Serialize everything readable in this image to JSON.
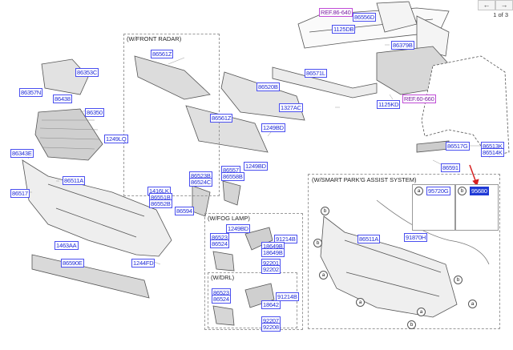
{
  "toolbar": {
    "prev_icon": "←",
    "next_icon": "→",
    "page_indicator": "1 of 3"
  },
  "sections": {
    "front_radar": "(W/FRONT RADAR)",
    "fog_lamp": "(W/FOG LAMP)",
    "drl": "(W/DRL)",
    "smart_park": "(W/SMART PARK'G ASSIST SYSTEM)"
  },
  "legend": {
    "a": "a",
    "b": "b",
    "a_part": "95720G",
    "b_part": "95680"
  },
  "callout_letters": [
    "b",
    "b",
    "a",
    "a",
    "b",
    "a",
    "b",
    "a"
  ],
  "labels": [
    {
      "id": "ref-86-640",
      "text": "REF.86-640",
      "ref": true
    },
    {
      "id": "86556d",
      "text": "86556D"
    },
    {
      "id": "1125db",
      "text": "1125DB"
    },
    {
      "id": "86379b",
      "text": "86379B"
    },
    {
      "id": "86571l",
      "text": "86571L"
    },
    {
      "id": "1327ac",
      "text": "1327AC"
    },
    {
      "id": "1125kd",
      "text": "1125KD"
    },
    {
      "id": "ref-60-660",
      "text": "REF.60-660",
      "ref": true
    },
    {
      "id": "86353c",
      "text": "86353C"
    },
    {
      "id": "86357n",
      "text": "86357N"
    },
    {
      "id": "86438",
      "text": "86438"
    },
    {
      "id": "86350",
      "text": "86350"
    },
    {
      "id": "1249lq",
      "text": "1249LQ"
    },
    {
      "id": "86343e",
      "text": "86343E"
    },
    {
      "id": "86511a-main",
      "text": "86511A"
    },
    {
      "id": "86517",
      "text": "86517"
    },
    {
      "id": "1463aa",
      "text": "1463AA"
    },
    {
      "id": "86590e",
      "text": "86590E"
    },
    {
      "id": "1244fd",
      "text": "1244FD"
    },
    {
      "id": "86561z",
      "text": "86561Z"
    },
    {
      "id": "86520b",
      "text": "86520B"
    },
    {
      "id": "86561z-2",
      "text": "86561Z"
    },
    {
      "id": "1249bd-1",
      "text": "1249BD"
    },
    {
      "id": "1416lk",
      "text": "1416LK"
    },
    {
      "id": "86551b",
      "text": "86551B"
    },
    {
      "id": "86552b",
      "text": "86552B"
    },
    {
      "id": "86594",
      "text": "86594"
    },
    {
      "id": "86523b",
      "text": "86523B"
    },
    {
      "id": "86524c",
      "text": "86524C"
    },
    {
      "id": "86557",
      "text": "86557"
    },
    {
      "id": "86558b",
      "text": "86558B"
    },
    {
      "id": "1249bd-2",
      "text": "1249BD"
    },
    {
      "id": "86517g",
      "text": "86517G"
    },
    {
      "id": "86513k",
      "text": "86513K"
    },
    {
      "id": "86514k",
      "text": "86514K"
    },
    {
      "id": "86591",
      "text": "86591"
    },
    {
      "id": "1249bd-fog",
      "text": "1249BD"
    },
    {
      "id": "86523-fog",
      "text": "86523"
    },
    {
      "id": "86524-fog",
      "text": "86524"
    },
    {
      "id": "91214b-fog",
      "text": "91214B"
    },
    {
      "id": "18649b",
      "text": "18649B"
    },
    {
      "id": "18649b-2",
      "text": "18649B"
    },
    {
      "id": "92201-fog",
      "text": "92201"
    },
    {
      "id": "92202-fog",
      "text": "92202"
    },
    {
      "id": "86523-drl",
      "text": "86523"
    },
    {
      "id": "86524-drl",
      "text": "86524"
    },
    {
      "id": "91214b-drl",
      "text": "91214B"
    },
    {
      "id": "18642",
      "text": "18642"
    },
    {
      "id": "92207",
      "text": "92207"
    },
    {
      "id": "92208",
      "text": "92208"
    },
    {
      "id": "86511a-spa",
      "text": "86511A"
    },
    {
      "id": "91870h",
      "text": "91870H"
    }
  ]
}
